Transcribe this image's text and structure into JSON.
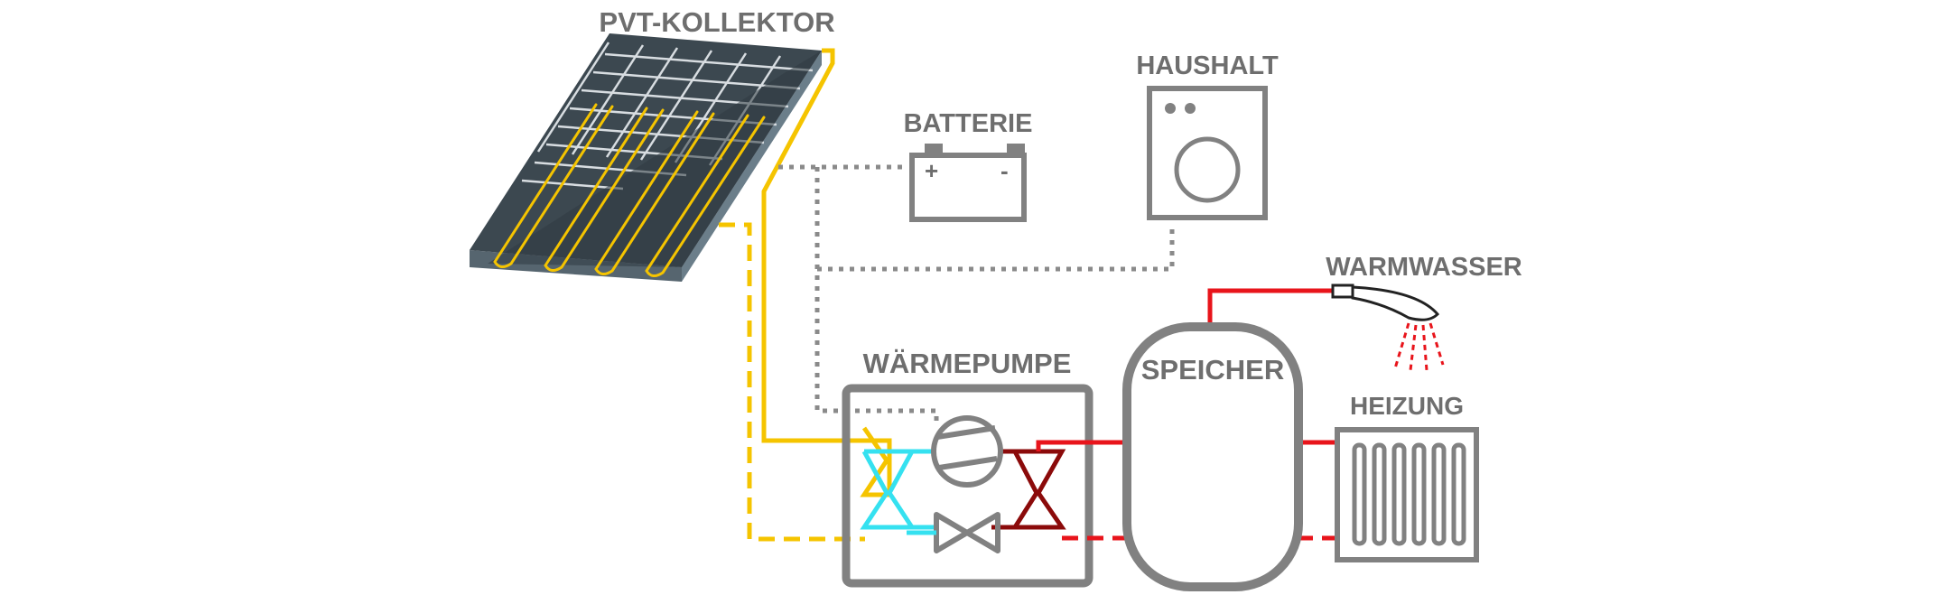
{
  "labels": {
    "collector": "PVT-KOLLEKTOR",
    "battery": "BATTERIE",
    "household": "HAUSHALT",
    "hot_water": "WARMWASSER",
    "heat_pump": "WÄRMEPUMPE",
    "storage": "SPEICHER",
    "heating": "HEIZUNG"
  },
  "battery_terminals": {
    "plus": "+",
    "minus": "-"
  },
  "icons": {
    "collector": "pvt-collector-icon",
    "battery": "battery-icon",
    "household": "washing-machine-icon",
    "shower": "shower-head-icon",
    "compressor": "compressor-icon",
    "valve": "expansion-valve-icon",
    "radiator": "radiator-icon"
  },
  "colors": {
    "solar_loop": "#f5c400",
    "electric": "#8a8a8a",
    "hot": "#e8141b",
    "cold_side": "#35e1f0",
    "hot_side": "#8b0a0a",
    "outline": "#818181",
    "panel": "#3c4850"
  }
}
